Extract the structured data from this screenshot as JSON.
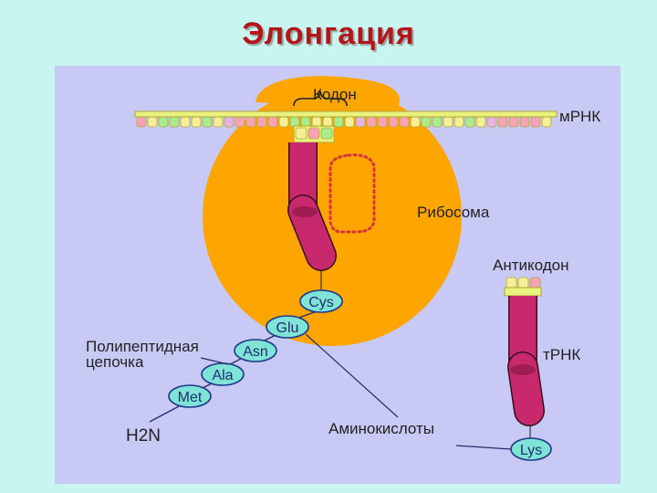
{
  "title": "Элонгация",
  "labels": {
    "codon": "Кодон",
    "mrna": "мРНК",
    "ribosome": "Рибосома",
    "anticodon": "Антикодон",
    "trna": "тРНК",
    "polypeptide_line1": "Полипептидная",
    "polypeptide_line2": "цепочка",
    "amino_acids": "Аминокислоты",
    "n_terminus": "H2N"
  },
  "amino_acid_chain": [
    "Cys",
    "Glu",
    "Asn",
    "Ala",
    "Met"
  ],
  "incoming_amino_acid": "Lys",
  "colors": {
    "title": "#b3151b",
    "background": "#c8f5ef",
    "panel": "#c9c9f5",
    "ribosome": "#ffa500",
    "trna": "#c8286c",
    "amino_acid": "#7fe3d8"
  }
}
